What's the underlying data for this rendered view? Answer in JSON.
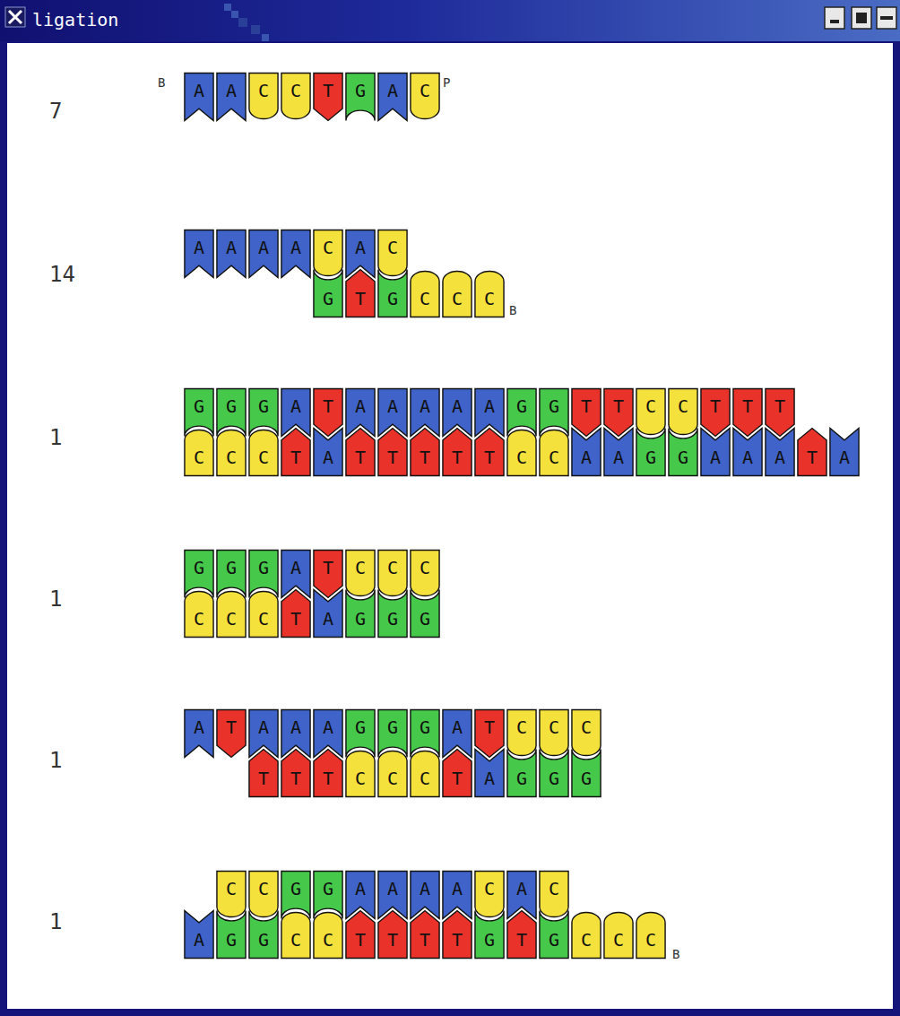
{
  "diagram": {
    "title": "ligation",
    "nodes": [
      {
        "text": [
          "A"
        ]
      },
      {
        "text": [
          "A"
        ]
      },
      {
        "text": [
          "C"
        ]
      },
      {
        "text": [
          "C"
        ]
      },
      {
        "text": [
          "T"
        ]
      },
      {
        "text": [
          "G"
        ]
      },
      {
        "text": [
          "A"
        ]
      },
      {
        "text": [
          "C"
        ]
      },
      {
        "text": [
          "A"
        ]
      },
      {
        "text": [
          "A"
        ]
      },
      {
        "text": [
          "A"
        ]
      },
      {
        "text": [
          "A"
        ]
      },
      {
        "text": [
          "C"
        ]
      },
      {
        "text": [
          "A"
        ]
      },
      {
        "text": [
          "C"
        ]
      },
      {
        "text": [
          "G"
        ]
      },
      {
        "text": [
          "T"
        ]
      },
      {
        "text": [
          "G"
        ]
      },
      {
        "text": [
          "C"
        ]
      },
      {
        "text": [
          "C"
        ]
      },
      {
        "text": [
          "C"
        ]
      },
      {
        "text": [
          "G"
        ]
      },
      {
        "text": [
          "G"
        ]
      },
      {
        "text": [
          "G"
        ]
      },
      {
        "text": [
          "A"
        ]
      },
      {
        "text": [
          "T"
        ]
      },
      {
        "text": [
          "A"
        ]
      },
      {
        "text": [
          "A"
        ]
      },
      {
        "text": [
          "A"
        ]
      },
      {
        "text": [
          "A"
        ]
      },
      {
        "text": [
          "A"
        ]
      },
      {
        "text": [
          "G"
        ]
      },
      {
        "text": [
          "G"
        ]
      },
      {
        "text": [
          "T"
        ]
      },
      {
        "text": [
          "T"
        ]
      },
      {
        "text": [
          "C"
        ]
      },
      {
        "text": [
          "C"
        ]
      },
      {
        "text": [
          "T"
        ]
      },
      {
        "text": [
          "T"
        ]
      },
      {
        "text": [
          "T"
        ]
      },
      {
        "text": [
          "C"
        ]
      },
      {
        "text": [
          "C"
        ]
      },
      {
        "text": [
          "C"
        ]
      },
      {
        "text": [
          "T"
        ]
      },
      {
        "text": [
          "A"
        ]
      },
      {
        "text": [
          "T"
        ]
      },
      {
        "text": [
          "T"
        ]
      },
      {
        "text": [
          "T"
        ]
      },
      {
        "text": [
          "T"
        ]
      },
      {
        "text": [
          "T"
        ]
      },
      {
        "text": [
          "C"
        ]
      },
      {
        "text": [
          "C"
        ]
      },
      {
        "text": [
          "A"
        ]
      },
      {
        "text": [
          "A"
        ]
      },
      {
        "text": [
          "G"
        ]
      },
      {
        "text": [
          "G"
        ]
      },
      {
        "text": [
          "A"
        ]
      },
      {
        "text": [
          "A"
        ]
      },
      {
        "text": [
          "A"
        ]
      },
      {
        "text": [
          "T"
        ]
      },
      {
        "text": [
          "A"
        ]
      },
      {
        "text": [
          "G"
        ]
      },
      {
        "text": [
          "G"
        ]
      },
      {
        "text": [
          "G"
        ]
      },
      {
        "text": [
          "A"
        ]
      },
      {
        "text": [
          "T"
        ]
      },
      {
        "text": [
          "C"
        ]
      },
      {
        "text": [
          "C"
        ]
      },
      {
        "text": [
          "C"
        ]
      },
      {
        "text": [
          "C"
        ]
      },
      {
        "text": [
          "C"
        ]
      },
      {
        "text": [
          "C"
        ]
      },
      {
        "text": [
          "T"
        ]
      },
      {
        "text": [
          "A"
        ]
      },
      {
        "text": [
          "G"
        ]
      },
      {
        "text": [
          "G"
        ]
      },
      {
        "text": [
          "G"
        ]
      },
      {
        "text": [
          "A"
        ]
      },
      {
        "text": [
          "T"
        ]
      },
      {
        "text": [
          "A"
        ]
      },
      {
        "text": [
          "A"
        ]
      },
      {
        "text": [
          "A"
        ]
      },
      {
        "text": [
          "G"
        ]
      },
      {
        "text": [
          "G"
        ]
      },
      {
        "text": [
          "G"
        ]
      },
      {
        "text": [
          "A"
        ]
      },
      {
        "text": [
          "T"
        ]
      },
      {
        "text": [
          "C"
        ]
      },
      {
        "text": [
          "C"
        ]
      },
      {
        "text": [
          "C"
        ]
      },
      {
        "text": [
          "T"
        ]
      },
      {
        "text": [
          "T"
        ]
      },
      {
        "text": [
          "T"
        ]
      },
      {
        "text": [
          "C"
        ]
      },
      {
        "text": [
          "C"
        ]
      },
      {
        "text": [
          "C"
        ]
      },
      {
        "text": [
          "T"
        ]
      },
      {
        "text": [
          "A"
        ]
      },
      {
        "text": [
          "G"
        ]
      },
      {
        "text": [
          "G"
        ]
      },
      {
        "text": [
          "G"
        ]
      },
      {
        "text": [
          "C"
        ]
      },
      {
        "text": [
          "C"
        ]
      },
      {
        "text": [
          "G"
        ]
      },
      {
        "text": [
          "G"
        ]
      },
      {
        "text": [
          "A"
        ]
      },
      {
        "text": [
          "A"
        ]
      },
      {
        "text": [
          "A"
        ]
      },
      {
        "text": [
          "A"
        ]
      },
      {
        "text": [
          "C"
        ]
      },
      {
        "text": [
          "A"
        ]
      },
      {
        "text": [
          "C"
        ]
      },
      {
        "text": [
          "A"
        ]
      },
      {
        "text": [
          "G"
        ]
      },
      {
        "text": [
          "G"
        ]
      },
      {
        "text": [
          "C"
        ]
      },
      {
        "text": [
          "C"
        ]
      },
      {
        "text": [
          "T"
        ]
      },
      {
        "text": [
          "T"
        ]
      },
      {
        "text": [
          "T"
        ]
      },
      {
        "text": [
          "T"
        ]
      },
      {
        "text": [
          "G"
        ]
      },
      {
        "text": [
          "T"
        ]
      },
      {
        "text": [
          "G"
        ]
      },
      {
        "text": [
          "C"
        ]
      },
      {
        "text": [
          "C"
        ]
      },
      {
        "text": [
          "C"
        ]
      }
    ],
    "labels": [
      "7",
      "B",
      "P",
      "14",
      "B",
      "1",
      "1",
      "1",
      "1",
      "B"
    ]
  }
}
